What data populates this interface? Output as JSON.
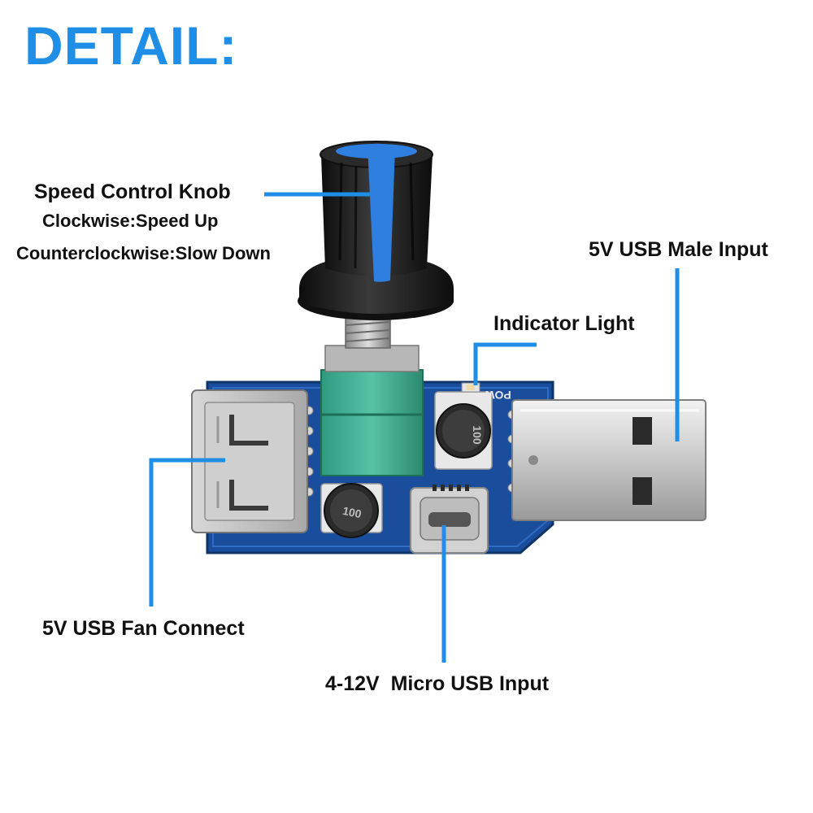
{
  "title": "DETAIL:",
  "accent_color": "#1e8ee6",
  "board_color": "#1a4e9c",
  "labels": {
    "knob": "Speed Control Knob",
    "knob_cw": "Clockwise:Speed Up",
    "knob_ccw": "Counterclockwise:Slow Down",
    "usb_male": "5V USB Male Input",
    "indicator": "Indicator Light",
    "fan": "5V USB Fan Connect",
    "micro": "4-12V  Micro USB Input"
  },
  "pcb": {
    "silkscreen": "POW",
    "inductor_1": "100",
    "inductor_2": "100"
  }
}
